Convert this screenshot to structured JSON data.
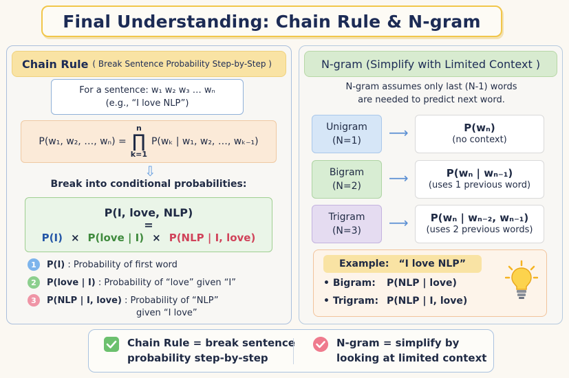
{
  "title": "Final Understanding: Chain Rule & N-gram",
  "chain_rule": {
    "header_main": "Chain Rule",
    "header_sub": "( Break Sentence Probability Step-by-Step )",
    "sentence_line1": "For a sentence:  w₁ w₂ w₃ … wₙ",
    "sentence_line2": "(e.g., “I love NLP”)",
    "formula_lhs": "P(w₁, w₂, …, wₙ) =",
    "formula_prod_top": "n",
    "formula_prod_symbol": "∏",
    "formula_prod_bottom": "k=1",
    "formula_rhs": "P(wₖ | w₁, w₂, …, wₖ₋₁)",
    "arrow": "⇩",
    "break_text": "Break into conditional probabilities:",
    "example_joint": "P(I, love, NLP)",
    "equals": "=",
    "term1": "P(I)",
    "term2": "P(love | I)",
    "term3": "P(NLP | I, love)",
    "times": "×",
    "list": [
      {
        "num": "1",
        "term": "P(I)",
        "desc": ": Probability of first word"
      },
      {
        "num": "2",
        "term": "P(love | I)",
        "desc": ": Probability of “love” given “I”"
      },
      {
        "num": "3",
        "term": "P(NLP | I, love)",
        "desc": ": Probability of “NLP”",
        "desc2": "given “I love”"
      }
    ]
  },
  "ngram": {
    "header": "N-gram (Simplify with Limited Context )",
    "desc_line1": "N-gram assumes only last (N-1) words",
    "desc_line2": "are needed to predict next word.",
    "arrow": "⟶",
    "rows": [
      {
        "name": "Unigram",
        "n": "(N=1)",
        "formula": "P(wₙ)",
        "note": "(no context)"
      },
      {
        "name": "Bigram",
        "n": "(N=2)",
        "formula": "P(wₙ | wₙ₋₁)",
        "note": "(uses 1 previous word)"
      },
      {
        "name": "Trigram",
        "n": "(N=3)",
        "formula": "P(wₙ | wₙ₋₂, wₙ₋₁)",
        "note": "(uses 2 previous words)"
      }
    ],
    "example_label": "Example:",
    "example_sentence": "“I love NLP”",
    "bullet": "•",
    "example_rows": [
      {
        "label": "Bigram:",
        "value": "P(NLP | love)"
      },
      {
        "label": "Trigram:",
        "value": "P(NLP | I, love)"
      }
    ]
  },
  "summary": {
    "left_line1": "Chain Rule = break sentence",
    "left_line2": "probability step-by-step",
    "right_line1": "N-gram = simplify by",
    "right_line2": "looking at limited context"
  },
  "colors": {
    "title_border": "#f1c64a",
    "chain_header": "#f9e3a4",
    "ngram_header": "#d8ebd0",
    "blue": "#2557a7",
    "green": "#3f8a3d",
    "red": "#d0435a"
  },
  "icons": [
    "down-arrow-icon",
    "right-arrow-icon",
    "lightbulb-icon",
    "check-icon"
  ]
}
